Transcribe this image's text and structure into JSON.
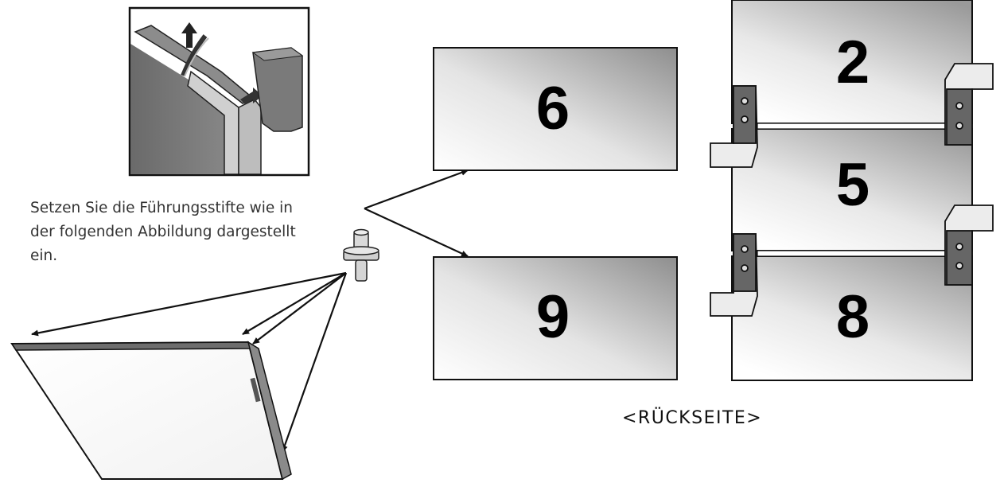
{
  "instruction": {
    "line1": "Setzen Sie die Führungsstifte wie in",
    "line2": "der folgenden Abbildung dargestellt",
    "line3": "ein."
  },
  "panels": {
    "left_top": "6",
    "left_bottom": "9",
    "right_top": "2",
    "right_middle": "5",
    "right_bottom": "8"
  },
  "caption": "<RÜCKSEITE>",
  "colors": {
    "stroke": "#111111",
    "panel_dark": "#9a9a9a",
    "panel_light": "#ffffff",
    "bracket": "#5a5a5a",
    "text": "#333333"
  }
}
